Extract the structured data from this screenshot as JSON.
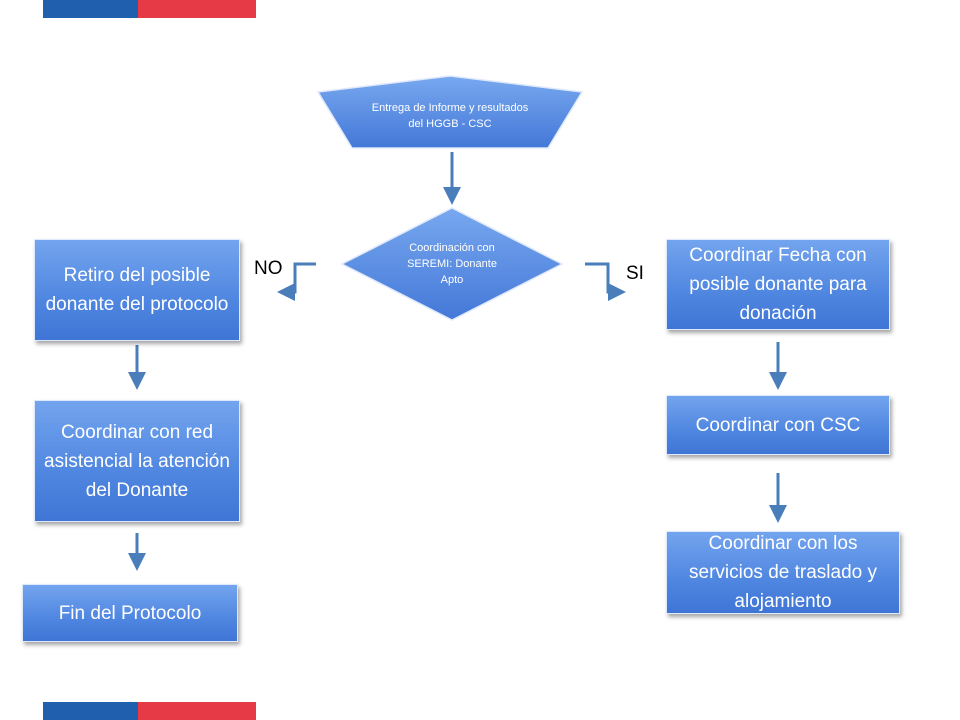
{
  "colors": {
    "flag_blue": "#1f5fae",
    "flag_red": "#e63a46",
    "box_fill": "#4f86e0",
    "arrow": "#4a7ebb"
  },
  "start_node": {
    "text": "Entrega  de Informe y resultados del HGGB - CSC"
  },
  "decision": {
    "text": "Coordinación con SEREMI: Donante Apto"
  },
  "labels": {
    "no": "NO",
    "yes": "SI"
  },
  "left_branch": {
    "step1": "Retiro del posible donante del protocolo",
    "step2": "Coordinar con red asistencial la atención del Donante",
    "step3": "Fin del Protocolo"
  },
  "right_branch": {
    "step1": "Coordinar Fecha con posible donante para donación",
    "step2": "Coordinar con CSC",
    "step3": "Coordinar con los servicios de traslado y alojamiento"
  }
}
